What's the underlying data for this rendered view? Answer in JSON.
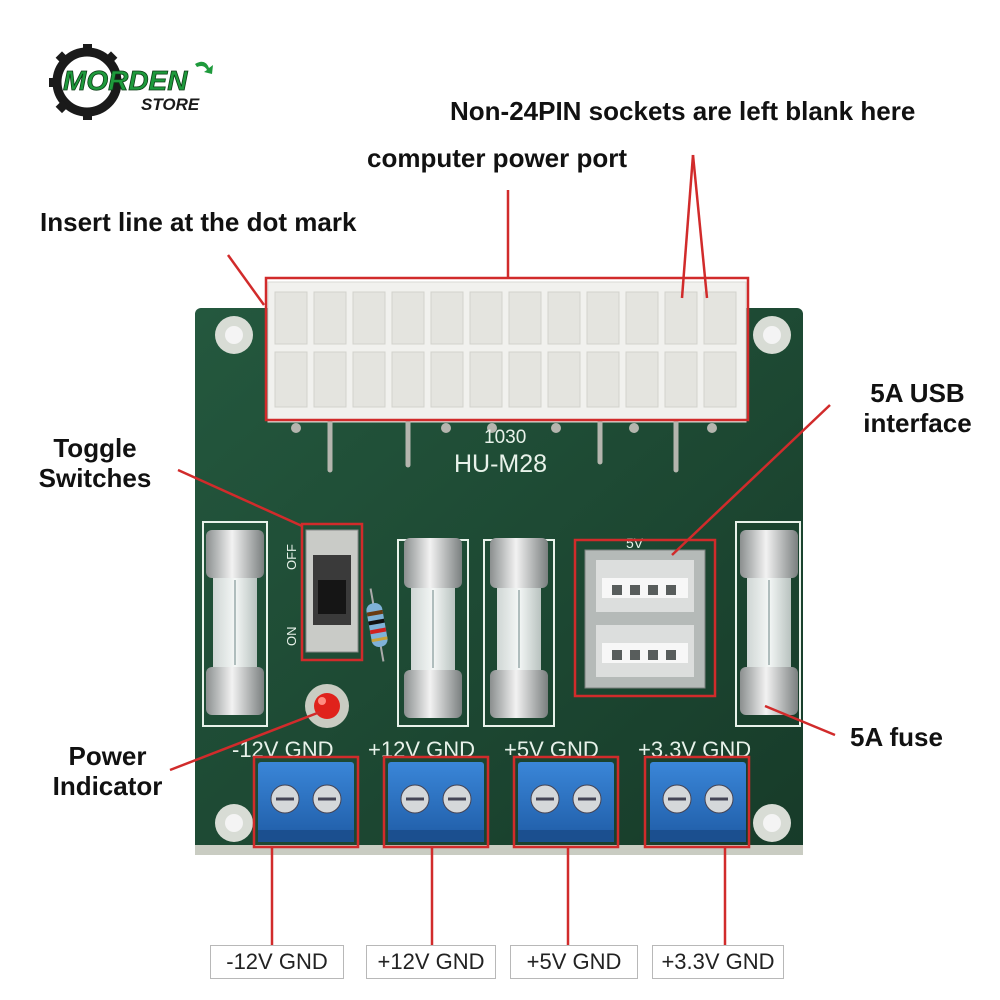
{
  "logo": {
    "brand_primary": "MORDEN",
    "brand_secondary": "STORE",
    "colors": {
      "ring": "#1a1a1a",
      "green": "#1e9a3c"
    }
  },
  "annotations": {
    "non_24pin": "Non-24PIN sockets are left blank here",
    "power_port": "computer power port",
    "dot_mark": "Insert line at the dot mark",
    "toggle_switches": [
      "Toggle",
      "Switches"
    ],
    "usb_interface": [
      "5A USB",
      "interface"
    ],
    "fuse": "5A fuse",
    "power_indicator": [
      "Power",
      "Indicator"
    ]
  },
  "board": {
    "model_number": "1030",
    "model_name": "HU-M28",
    "switch_off": "OFF",
    "switch_on": "ON",
    "usb_voltage": "5V",
    "rail_labels": [
      "-12V GND",
      "+12V GND",
      "+5V GND",
      "+3.3V GND"
    ],
    "colors": {
      "pcb": "#1e4a34",
      "terminal_block": "#2b6fc0",
      "callout_box": "#d12b2b",
      "led": "#e0221b"
    }
  },
  "terminal_labels": [
    "-12V GND",
    "+12V GND",
    "+5V GND",
    "+3.3V GND"
  ]
}
